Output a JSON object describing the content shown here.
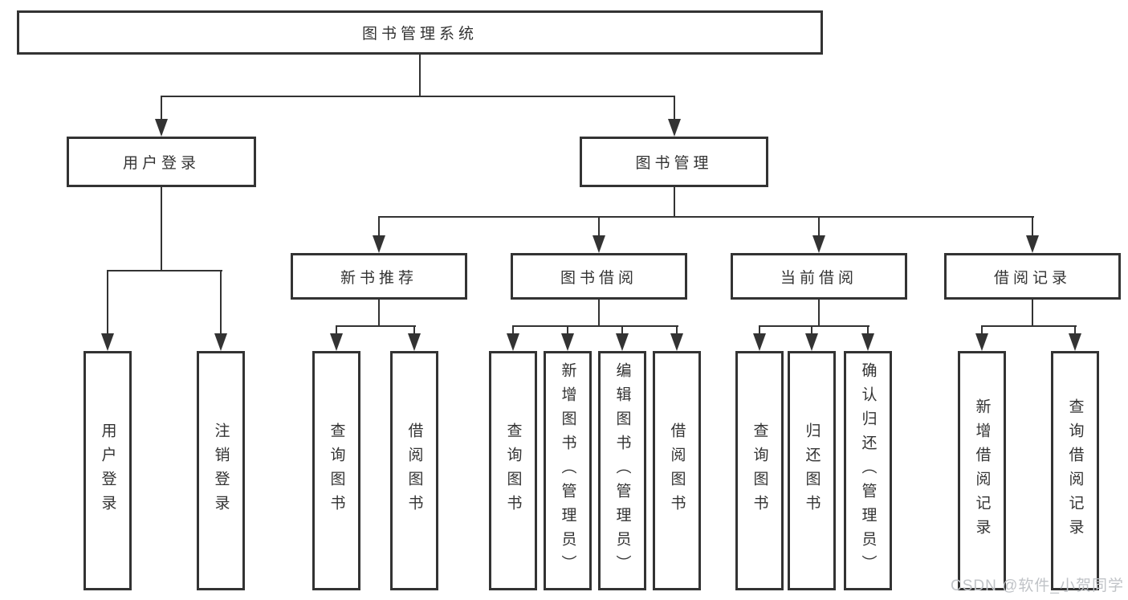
{
  "tree": {
    "root": {
      "label": "图书管理系统"
    },
    "children": [
      {
        "label": "用户登录",
        "children": [
          {
            "label": "用户登录"
          },
          {
            "label": "注销登录"
          }
        ]
      },
      {
        "label": "图书管理",
        "children": [
          {
            "label": "新书推荐",
            "children": [
              {
                "label": "查询图书"
              },
              {
                "label": "借阅图书"
              }
            ]
          },
          {
            "label": "图书借阅",
            "children": [
              {
                "label": "查询图书"
              },
              {
                "label": "新增图书（管理员）"
              },
              {
                "label": "编辑图书（管理员）"
              },
              {
                "label": "借阅图书"
              }
            ]
          },
          {
            "label": "当前借阅",
            "children": [
              {
                "label": "查询图书"
              },
              {
                "label": "归还图书"
              },
              {
                "label": "确认归还（管理员）"
              }
            ]
          },
          {
            "label": "借阅记录",
            "children": [
              {
                "label": "新增借阅记录"
              },
              {
                "label": "查询借阅记录"
              }
            ]
          }
        ]
      }
    ]
  },
  "watermark": {
    "text": "CSDN @软件_小贺同学"
  },
  "colors": {
    "line": "#333333",
    "text": "#333333",
    "box_background": "#ffffff",
    "watermark": "#c0c3c7"
  }
}
